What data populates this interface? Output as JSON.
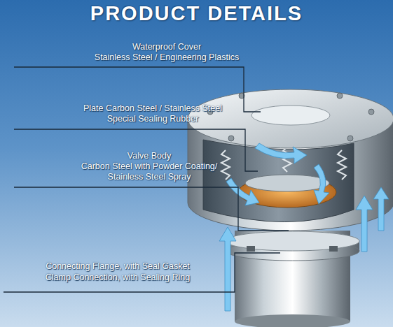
{
  "diagram": {
    "title": "PRODUCT DETAILS",
    "labels": [
      "Waterproof Cover",
      "Stainless Steel / Engineering Plastics",
      "Plate Carbon Steel / Stainless Steel",
      "Special Sealing Rubber",
      "Valve Body",
      "Carbon Steel with Powder Coating/ Stainless Steel Spray",
      "Connecting Flange, with Seal Gasket",
      "Clamp Connection, with Sealing Ring"
    ]
  }
}
